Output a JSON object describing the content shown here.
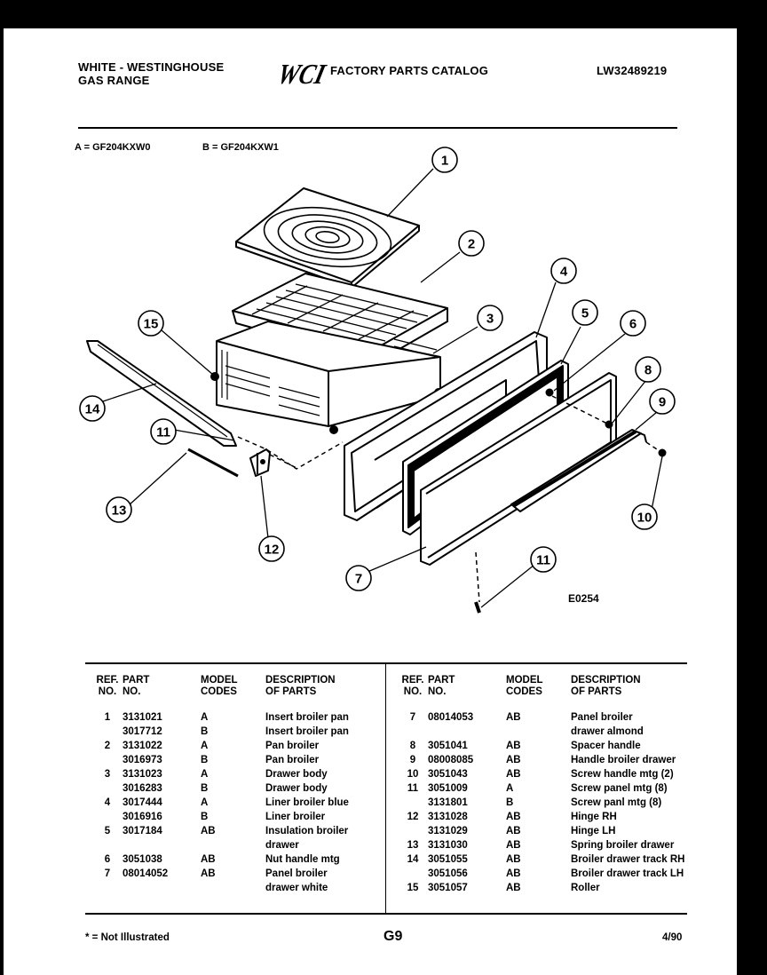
{
  "header": {
    "brand_line1": "WHITE - WESTINGHOUSE",
    "brand_line2": "GAS RANGE",
    "logo_text": "WCI",
    "catalog_title": "FACTORY PARTS CATALOG",
    "catalog_number": "LW32489219"
  },
  "models": {
    "a": "A = GF204KXW0",
    "b": "B = GF204KXW1"
  },
  "diagram": {
    "code": "E0254",
    "callouts": [
      "1",
      "2",
      "3",
      "4",
      "5",
      "6",
      "7",
      "8",
      "9",
      "10",
      "11",
      "11",
      "12",
      "13",
      "14",
      "15"
    ]
  },
  "table": {
    "headers": {
      "ref_line1": "REF.",
      "ref_line2": "NO.",
      "part_line1": "PART",
      "part_line2": "NO.",
      "model_line1": "MODEL",
      "model_line2": "CODES",
      "desc_line1": "DESCRIPTION",
      "desc_line2": "OF PARTS"
    },
    "left_rows": [
      [
        "1",
        "3131021",
        "A",
        "Insert broiler pan"
      ],
      [
        "",
        "3017712",
        "B",
        "Insert broiler pan"
      ],
      [
        "2",
        "3131022",
        "A",
        "Pan broiler"
      ],
      [
        "",
        "3016973",
        "B",
        "Pan broiler"
      ],
      [
        "3",
        "3131023",
        "A",
        "Drawer body"
      ],
      [
        "",
        "3016283",
        "B",
        "Drawer body"
      ],
      [
        "4",
        "3017444",
        "A",
        "Liner broiler blue"
      ],
      [
        "",
        "3016916",
        "B",
        "Liner broiler"
      ],
      [
        "5",
        "3017184",
        "AB",
        "Insulation broiler"
      ],
      [
        "",
        "",
        "",
        "drawer"
      ],
      [
        "6",
        "3051038",
        "AB",
        "Nut handle mtg"
      ],
      [
        "7",
        "08014052",
        "AB",
        "Panel broiler"
      ],
      [
        "",
        "",
        "",
        "drawer white"
      ]
    ],
    "right_rows": [
      [
        "7",
        "08014053",
        "AB",
        "Panel broiler"
      ],
      [
        "",
        "",
        "",
        "drawer almond"
      ],
      [
        "8",
        "3051041",
        "AB",
        "Spacer handle"
      ],
      [
        "9",
        "08008085",
        "AB",
        "Handle broiler drawer"
      ],
      [
        "10",
        "3051043",
        "AB",
        "Screw handle mtg (2)"
      ],
      [
        "11",
        "3051009",
        "A",
        "Screw panel mtg (8)"
      ],
      [
        "",
        "3131801",
        "B",
        "Screw panl mtg (8)"
      ],
      [
        "12",
        "3131028",
        "AB",
        "Hinge RH"
      ],
      [
        "",
        "3131029",
        "AB",
        "Hinge LH"
      ],
      [
        "13",
        "3131030",
        "AB",
        "Spring broiler drawer"
      ],
      [
        "14",
        "3051055",
        "AB",
        "Broiler drawer track RH"
      ],
      [
        "",
        "3051056",
        "AB",
        "Broiler drawer track LH"
      ],
      [
        "15",
        "3051057",
        "AB",
        "Roller"
      ]
    ]
  },
  "footer": {
    "note": "* = Not Illustrated",
    "page": "G9",
    "date": "4/90"
  }
}
